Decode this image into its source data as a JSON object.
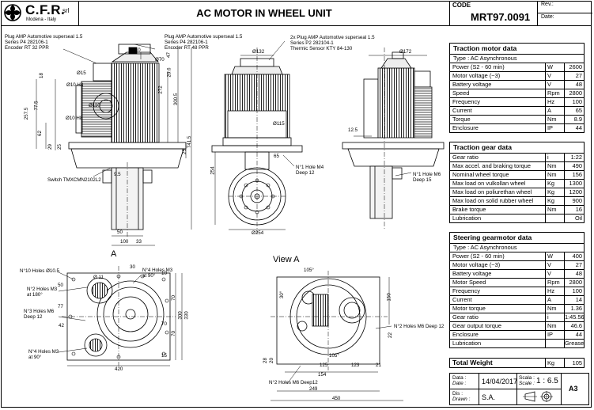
{
  "header": {
    "company": "C.F.R.",
    "company_suffix": "srl",
    "company_sub": "Modena - Italy",
    "title": "AC MOTOR IN  WHEEL UNIT",
    "code_label": "CODE",
    "code": "MRT97.0091",
    "rev_label": "Rev.:",
    "date_label": "Date:"
  },
  "callouts": {
    "plug1": [
      "Plug AMP Automotive superseal 1.5",
      "Series P4 282106-1",
      "Encoder RT 32 PPR"
    ],
    "plug2": [
      "Plug AMP Automotive superseal 1.5",
      "Series P4 282106-1",
      "Encoder RT 48 PPR"
    ],
    "plug3": [
      "2x Plug AMP Automotive superseal 1.5",
      "Series P2 282104-1",
      "Thermic Sensor KTY 84-130"
    ],
    "switch": "Switch TMXCMN2102L2",
    "hole_m4": [
      "N°1 Hole M4",
      "Deep 12"
    ],
    "hole_m6": [
      "N°1 Hole M6",
      "Deep 15"
    ],
    "holes_10": "N°10 Holes Ø10.5",
    "holes_m3_180": [
      "N°2 Holes M3",
      "at 180°"
    ],
    "holes_m6_deep12": [
      "N°3 Holes M6",
      "Deep 12"
    ],
    "holes_m3_90a": [
      "N°4 Holes M3",
      "at 90°"
    ],
    "holes_m3_90b": [
      "N°4 Holes M3",
      "at 90°"
    ],
    "holes_m6_deep12_right": "N°2 Holes M6 Deep 12",
    "holes_m6_deep12_bottom": "N°2 Holes M6 Deep12",
    "view_a": "View A",
    "a_label": "A"
  },
  "dims": {
    "front": [
      "Ø15",
      "Ø10 H8",
      "18",
      "Ø110",
      "Ø10 H8",
      "257.5",
      "77.5",
      "62",
      "29",
      "25",
      "9.5",
      "Ø10",
      "Ø70",
      "272",
      "20.6",
      "47",
      "300.5",
      "25",
      "741.5",
      "254",
      "50",
      "100",
      "33"
    ],
    "side": [
      "Ø132",
      "Ø115",
      "65",
      "Ø254"
    ],
    "rear": [
      "Ø172",
      "12.5"
    ],
    "plan": [
      "30",
      "Ø 11",
      "50",
      "77",
      "42",
      "70",
      "70",
      "300",
      "330",
      "10",
      "70",
      "15",
      "420"
    ],
    "viewa": [
      "105°",
      "30°",
      "150",
      "125",
      "105°",
      "154",
      "123",
      "21",
      "249",
      "450",
      "22",
      "28",
      "20"
    ]
  },
  "traction_motor": {
    "title": "Traction motor data",
    "type": "Type : AC Asynchronous",
    "rows": [
      [
        "Power (S2 - 60 min)",
        "W",
        "2600"
      ],
      [
        "Motor voltage  (~3)",
        "V",
        "27"
      ],
      [
        "Battery voltage",
        "V",
        "48"
      ],
      [
        "Speed",
        "Rpm",
        "2800"
      ],
      [
        "Frequency",
        "Hz",
        "100"
      ],
      [
        "Current",
        "A",
        "65"
      ],
      [
        "Torque",
        "Nm",
        "8.9"
      ],
      [
        "Enclosure",
        "IP",
        "44"
      ]
    ]
  },
  "traction_gear": {
    "title": "Traction gear data",
    "rows": [
      [
        "Gear ratio",
        "i",
        "1:22"
      ],
      [
        "Max accel. and braking torque",
        "Nm",
        "490"
      ],
      [
        "Nominal wheel torque",
        "Nm",
        "156"
      ],
      [
        "Max load on vulkollan wheel",
        "Kg",
        "1300"
      ],
      [
        "Max load on poliurethan wheel",
        "Kg",
        "1200"
      ],
      [
        "Max load on solid rubber wheel",
        "Kg",
        "900"
      ],
      [
        "Brake torque",
        "Nm",
        "16"
      ],
      [
        "Lubrication",
        "",
        "Oil"
      ]
    ]
  },
  "steering_gearmotor": {
    "title": "Steering gearmotor data",
    "type": "Type : AC Asynchronous",
    "rows": [
      [
        "Power (S2 - 60 min)",
        "W",
        "400"
      ],
      [
        "Motor voltage  (~3)",
        "V",
        "27"
      ],
      [
        "Battery voltage",
        "V",
        "48"
      ],
      [
        "Motor Speed",
        "Rpm",
        "2800"
      ],
      [
        "Frequency",
        "Hz",
        "100"
      ],
      [
        "Current",
        "A",
        "14"
      ],
      [
        "Motor torque",
        "Nm",
        "1.36"
      ],
      [
        "Gear ratio",
        "i",
        "1:45.56"
      ],
      [
        "Gear output torque",
        "Nm",
        "46.6"
      ],
      [
        "Enclosure",
        "IP",
        "44"
      ],
      [
        "Lubrication",
        "",
        "Grease"
      ]
    ]
  },
  "total": {
    "label": "Total Weight",
    "unit": "Kg",
    "value": "105"
  },
  "title_block": {
    "date_label": "Data :",
    "date_label2": "Date :",
    "date": "14/04/2017",
    "scale_label": "Scala :",
    "scale_label2": "Scale :",
    "scale": "1 : 6.5",
    "drawn_label": "Dis :",
    "drawn_label2": "Drawn :",
    "drawn": "S.A.",
    "format": "A3"
  }
}
